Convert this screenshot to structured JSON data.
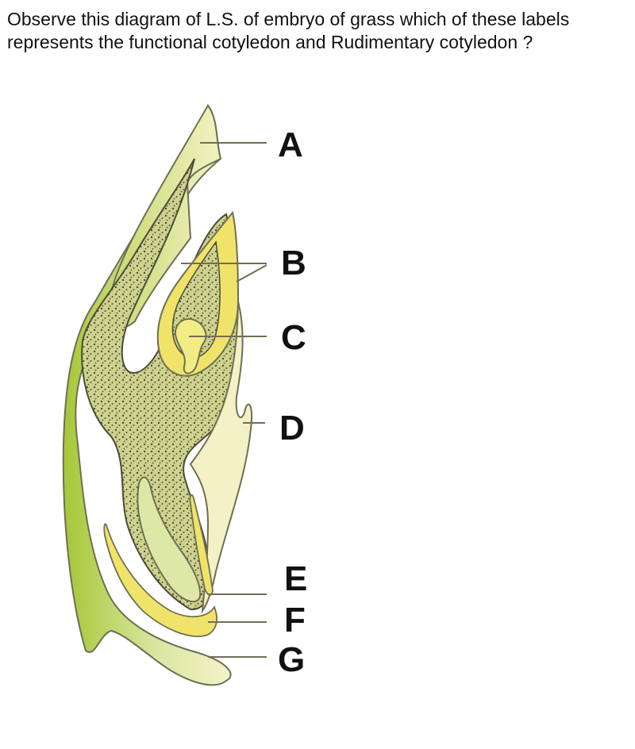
{
  "question": "Observe this diagram of L.S. of embryo of grass which of these labels represents the functional cotyledon and Rudimentary cotyledon ?",
  "labels": [
    "A",
    "B",
    "C",
    "D",
    "E",
    "F",
    "G"
  ],
  "colors": {
    "outer_green": "#a7c93a",
    "pale_green": "#e9f0b8",
    "yellow": "#ecdf5e",
    "stipple": "#cdd08e",
    "outline": "#6f6f55"
  }
}
